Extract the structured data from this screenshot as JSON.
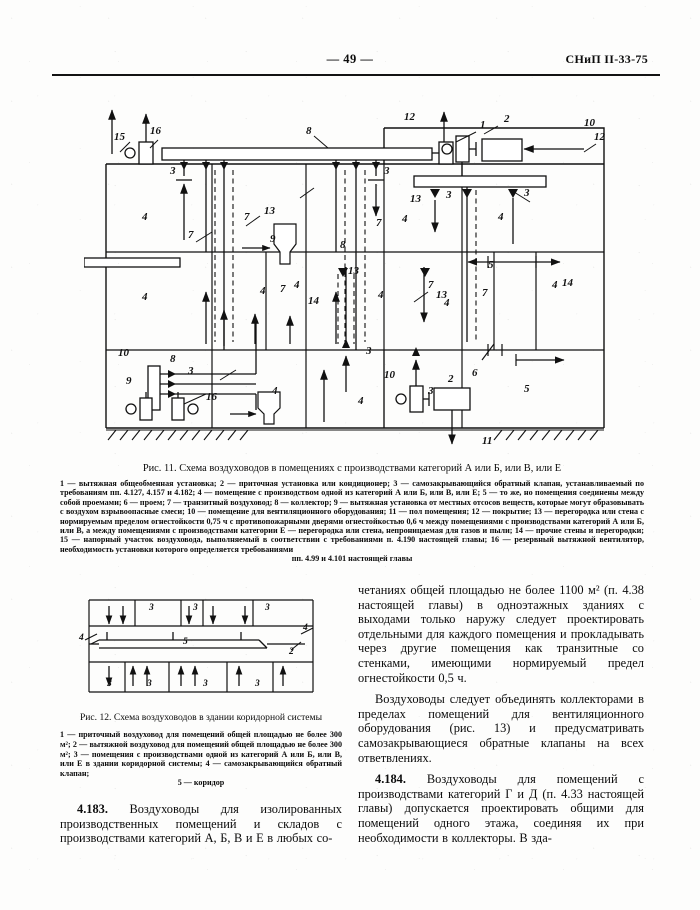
{
  "document": {
    "standard_code": "СНиП II-33-75",
    "page_number": "— 49 —"
  },
  "figure11": {
    "caption": "Рис. 11. Схема воздуховодов в помещениях с производствами категорий А или Б, или В, или Е",
    "legend_main": "1 — вытяжная общеобменная установка; 2 — приточная установка или кондиционер; 3 — самозакрывающийся обратный клапан, устанавливаемый по требованиям пп. 4.127, 4.157 и 4.182; 4 — помещение с производством одной из категорий А или Б, или В, или Е; 5 — то же, но помещения соединены между собой проемами; 6 — проем; 7 — транзитный воздуховод; 8 — коллектор; 9 — вытяжная установка от местных отсосов веществ, которые могут образовывать с воздухом взрывоопасные смеси; 10 — помещение для вентиляционного оборудования; 11 — пол помещения; 12 — покрытие; 13 — перегородка или стена с нормируемым пределом огнестойкости 0,75 ч с противопожарными дверями огнестойкостью 0,6 ч между помещениями с производствами категорий А или Б, или В, а между помещениями с производствами категории Е — перегородка или стена, непроницаемая для газов и пыли; 14 — прочие стены и перегородки; 15 — напорный участок воздуховода, выполняемый в соответствии с требованиями п. 4.190 настоящей главы; 16 — резервный вытяжной вентилятор, необходимость установки которого определяется требованиями",
    "legend_last_line": "пп. 4.99 и 4.101 настоящей главы",
    "callouts": {
      "c1": "1",
      "c2": "2",
      "c3": "3",
      "c4": "4",
      "c5": "5",
      "c6": "6",
      "c7": "7",
      "c8": "8",
      "c9": "9",
      "c10": "10",
      "c11": "11",
      "c12": "12",
      "c13": "13",
      "c14": "14",
      "c15": "15",
      "c16": "16"
    }
  },
  "figure12": {
    "caption": "Рис. 12. Схема воздуховодов в здании коридорной системы",
    "legend_main": "1 — приточный воздуховод для помещений общей площадью не более 300 м²; 2 — вытяжной воздуховод для помещений общей площадью не более 300 м²; 3 — помещения с производствами одной из категорий А или Б, или В, или Е в здании коридорной системы; 4 — самозакрывающийся обратный клапан;",
    "legend_last_line": "5 — коридор",
    "callouts": {
      "c1": "1",
      "c2": "2",
      "c3": "3",
      "c4": "4",
      "c5": "5"
    }
  },
  "body": {
    "paragraph_4183": {
      "number": "4.183.",
      "text": " Воздуховоды для изолированных производственных помещений и складов с производствами категорий А, Б, В и Е в любых со-"
    },
    "paragraph_right_continuation": "четаниях общей площадью не более 1100 м² (п. 4.38 настоящей главы) в одноэтажных зданиях с выходами только наружу следует проектировать отдельными для каждого помещения и прокладывать через другие помещения как транзитные со стенками, имеющими нормируемый предел огнестойкости 0,5 ч.",
    "paragraph_collectors": "Воздуховоды следует объединять коллекторами в пределах помещений для вентиляционного оборудования (рис. 13) и предусматривать самозакрывающиеся обратные клапаны на всех ответвлениях.",
    "paragraph_4184": {
      "number": "4.184.",
      "text": " Воздуховоды для помещений с производствами категорий Г и Д (п. 4.33 настоящей главы) допускается проектировать общими для помещений одного этажа, соединяя их при необходимости в коллекторы. В зда-"
    }
  }
}
